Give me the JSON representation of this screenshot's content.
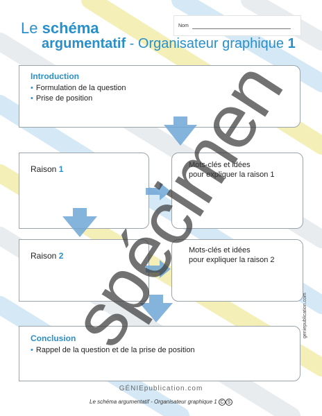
{
  "header": {
    "title_prefix": "Le ",
    "title_bold1": "schéma",
    "title_bold2": "argumentatif",
    "title_rest": " - Organisateur graphique ",
    "title_number": "1",
    "name_label": "Nom"
  },
  "introduction": {
    "heading": "Introduction",
    "items": [
      "Formulation de la question",
      "Prise de position"
    ]
  },
  "raison1": {
    "label": "Raison ",
    "number": "1",
    "keywords_line1": "Mots-clés et idées",
    "keywords_line2": "pour expliquer la raison 1"
  },
  "raison2": {
    "label": "Raison ",
    "number": "2",
    "keywords_line1": "Mots-clés et idées",
    "keywords_line2": "pour expliquer la raison 2"
  },
  "conclusion": {
    "heading": "Conclusion",
    "items": [
      "Rappel de la question et de la prise de position"
    ]
  },
  "watermark": "spécimen",
  "side_url": "geniepublication.com",
  "footer": {
    "logo": "GÉNIEpublication.com",
    "caption": "Le schéma argumentatif - Organisateur graphique 1",
    "symbol_c": "C",
    "symbol_s": "S"
  },
  "colors": {
    "accent": "#2a8fc9",
    "arrow": "#6fa6d6",
    "stripe_yellow": "#f4efb6",
    "stripe_blue": "#d5e8f6",
    "stripe_grey": "#e9ecef"
  }
}
